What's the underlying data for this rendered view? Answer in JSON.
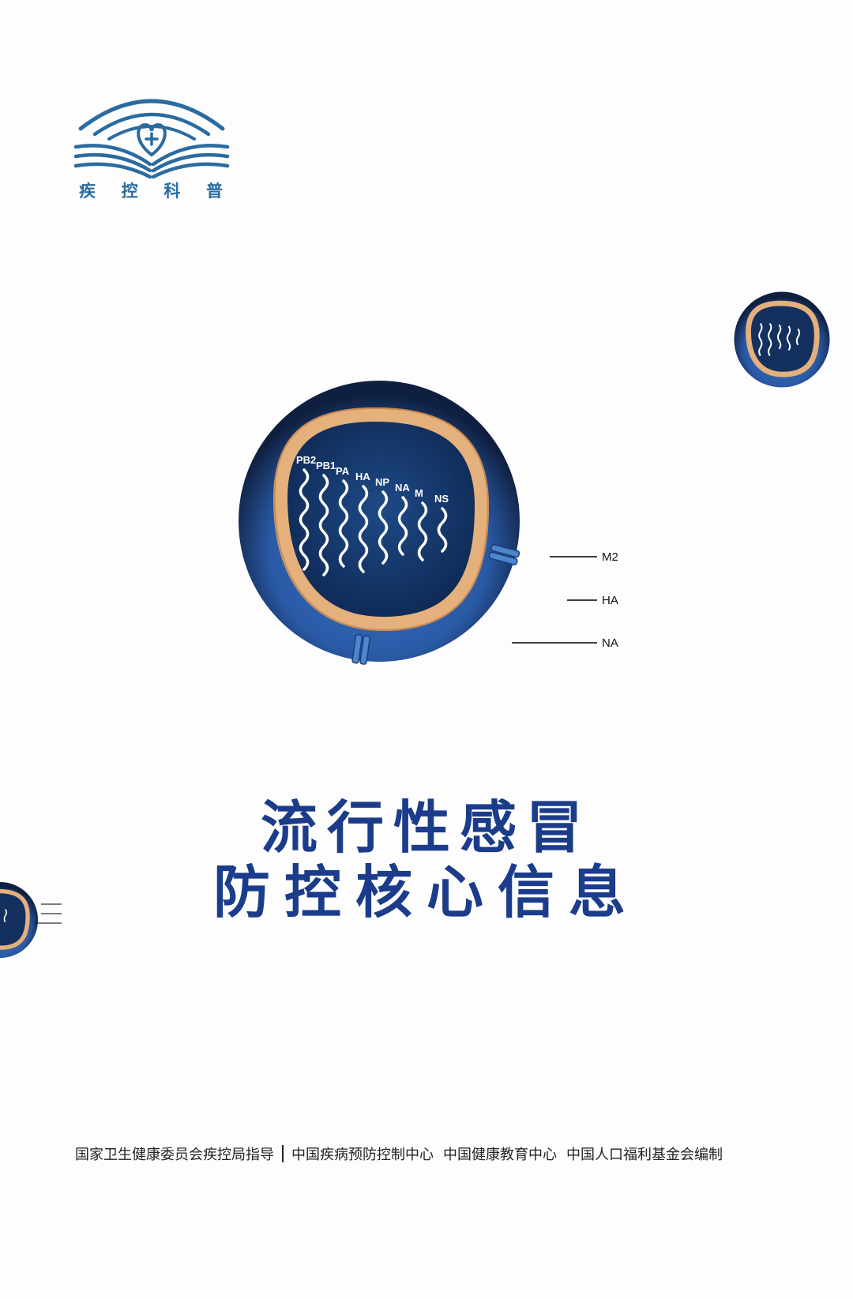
{
  "logo": {
    "icon": "open-book-heart-cross-icon",
    "text": [
      "疾",
      "控",
      "科",
      "普"
    ],
    "color": "#2a6ba0"
  },
  "virus": {
    "segments": [
      "PB2",
      "PB1",
      "PA",
      "HA",
      "NP",
      "NA",
      "M",
      "NS"
    ],
    "callouts": [
      "M2",
      "HA",
      "NA"
    ],
    "colors": {
      "spike_ha": "#a48fc6",
      "spike_na": "#d98a88",
      "envelope": "#1e3a6e",
      "capsid": "#e4b07c",
      "core": "#13305e"
    }
  },
  "title": {
    "line1": "流行性感冒",
    "line2": "防控核心信息",
    "color": "#1b3c8a"
  },
  "footer": {
    "guide": "国家卫生健康委员会疾控局指导",
    "org1": "中国疾病预防控制中心",
    "org2": "中国健康教育中心",
    "org3": "中国人口福利基金会编制"
  }
}
